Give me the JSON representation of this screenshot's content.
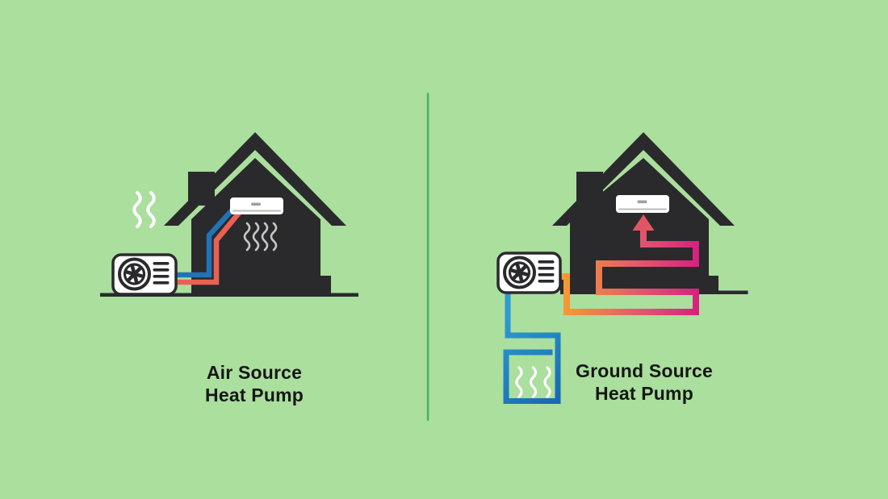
{
  "panels": {
    "air_source": {
      "label_line1": "Air Source",
      "label_line2": "Heat Pump"
    },
    "ground_source": {
      "label_line1": "Ground Source",
      "label_line2": "Heat Pump"
    }
  },
  "colors": {
    "background": "#aadf9d",
    "dark": "#2a2a2d",
    "divider": "#4cb269",
    "pipe_red": "#ec6054",
    "pipe_blue": "#2173b8",
    "pipe_orange": "#f7a02d",
    "pipe_pink": "#e2556e",
    "pipe_magenta": "#d5217f",
    "pipe_lightblue": "#2d9ad2",
    "pipe_darkblue": "#1563ac",
    "arrow_red": "#e25663",
    "wave_gray": "#c7c8c4",
    "wave_white": "#ffffff",
    "unit_white": "#ffffff",
    "unit_dash": "#9aa0a2",
    "unit_vent": "#b9beba",
    "label_text": "#161616"
  }
}
